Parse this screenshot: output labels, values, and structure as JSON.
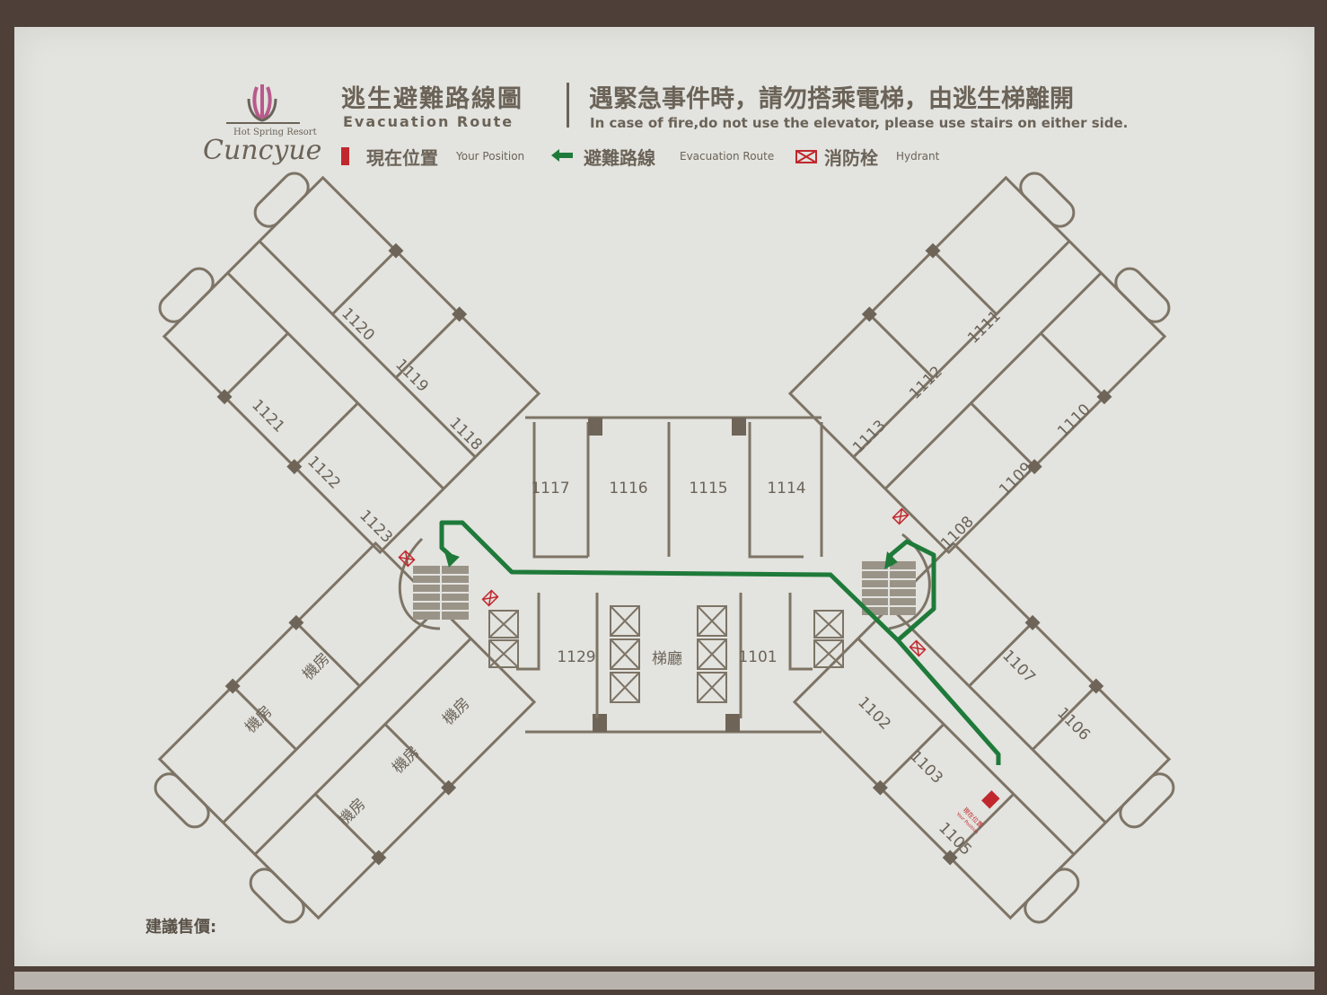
{
  "logo": {
    "tagline": "Hot Spring Resort",
    "brand": "Cuncyue"
  },
  "header": {
    "title_zh": "逃生避難路線圖",
    "title_en": "Evacuation Route",
    "warning_zh": "遇緊急事件時，請勿搭乘電梯，由逃生梯離開",
    "warning_en": "In case of fire,do not use the elevator, please use stairs on either side."
  },
  "legend": [
    {
      "zh": "現在位置",
      "en": "Your Position",
      "color": "#c0282d"
    },
    {
      "zh": "避難路線",
      "en": "Evacuation Route",
      "color": "#1f7a3a"
    },
    {
      "zh": "消防栓",
      "en": "Hydrant",
      "color": "#c0282d"
    }
  ],
  "rooms": {
    "r1120": "1120",
    "r1119": "1119",
    "r1118": "1118",
    "r1121": "1121",
    "r1122": "1122",
    "r1123": "1123",
    "r1117": "1117",
    "r1116": "1116",
    "r1115": "1115",
    "r1114": "1114",
    "r1113": "1113",
    "r1112": "1112",
    "r1111": "1111",
    "r1110": "1110",
    "r1109": "1109",
    "r1108": "1108",
    "r1129": "1129",
    "lobby": "梯廳",
    "r1101": "1101",
    "r1102": "1102",
    "r1103": "1103",
    "r1105": "1105",
    "r1106": "1106",
    "r1107": "1107",
    "machine": "機房"
  },
  "you_are_here": {
    "zh": "現在位置",
    "en": "Your Position"
  },
  "footer": {
    "price_label": "建議售價:"
  }
}
